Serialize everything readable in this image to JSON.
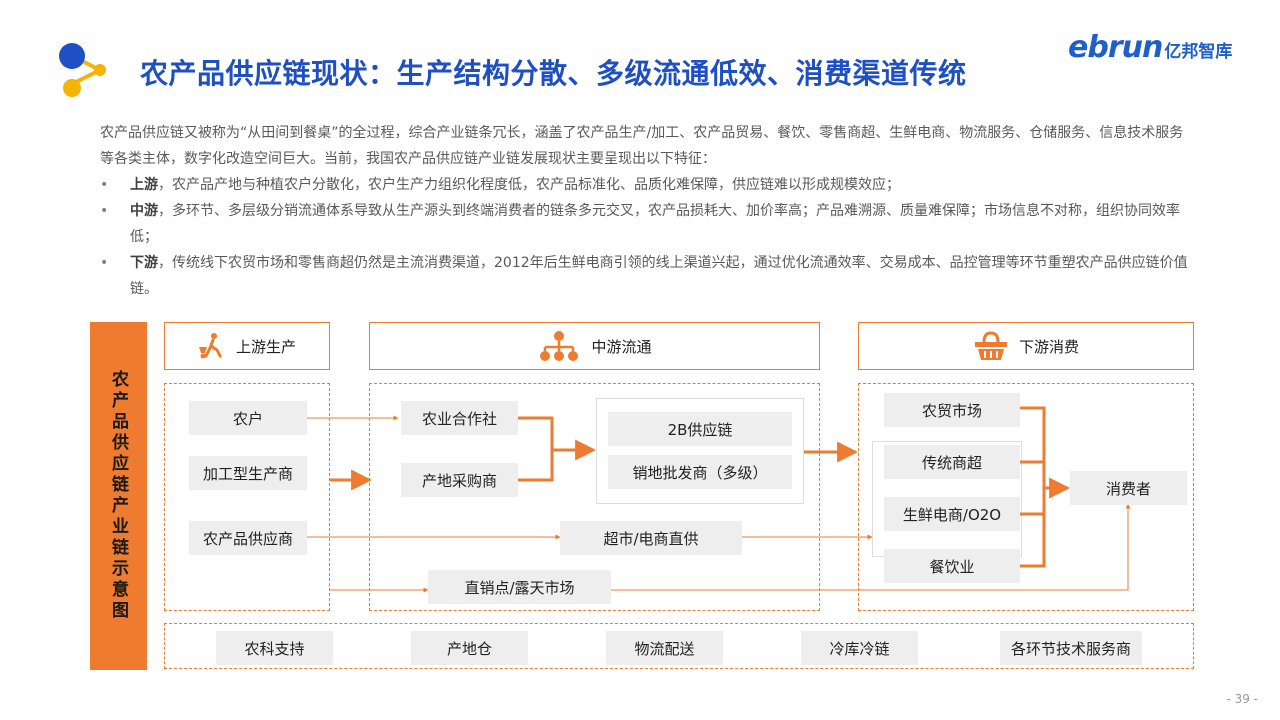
{
  "title": "农产品供应链现状：生产结构分散、多级流通低效、消费渠道传统",
  "brand": {
    "en": "ebrun",
    "cn": "亿邦智库"
  },
  "intro": "农产品供应链又被称为“从田间到餐桌”的全过程，综合产业链条冗长，涵盖了农产品生产/加工、农产品贸易、餐饮、零售商超、生鲜电商、物流服务、仓储服务、信息技术服务等各类主体，数字化改造空间巨大。当前，我国农产品供应链产业链发展现状主要呈现出以下特征：",
  "bullets": [
    {
      "key": "上游",
      "text": "，农产品产地与种植农户分散化，农户生产力组织化程度低，农产品标准化、品质化难保障，供应链难以形成规模效应；"
    },
    {
      "key": "中游",
      "text": "，多环节、多层级分销流通体系导致从生产源头到终端消费者的链条多元交叉，农产品损耗大、加价率高；产品难溯源、质量难保障；市场信息不对称，组织协同效率低；"
    },
    {
      "key": "下游",
      "text": "，传统线下农贸市场和零售商超仍然是主流消费渠道，2012年后生鲜电商引领的线上渠道兴起，通过优化流通效率、交易成本、品控管理等环节重塑农产品供应链价值链。"
    }
  ],
  "diagram": {
    "side_label": "农产品供应链产业链示意图",
    "headers": {
      "upstream": "上游生产",
      "midstream": "中游流通",
      "downstream": "下游消费"
    },
    "upstream": [
      "农户",
      "加工型生产商",
      "农产品供应商"
    ],
    "midstream": {
      "coop": "农业合作社",
      "buyer": "产地采购商",
      "b2b": "2B供应链",
      "wholesale": "销地批发商（多级）",
      "supermarket": "超市/电商直供",
      "direct": "直销点/露天市场"
    },
    "downstream": [
      "农贸市场",
      "传统商超",
      "生鲜电商/O2O",
      "餐饮业"
    ],
    "consumer": "消费者",
    "support": [
      "农科支持",
      "产地仓",
      "物流配送",
      "冷库冷链",
      "各环节技术服务商"
    ]
  },
  "colors": {
    "accent": "#ee7b30",
    "title": "#1e4fc3"
  },
  "icons": [
    "farmer-wheelbarrow-icon",
    "org-chart-icon",
    "shopping-basket-icon",
    "network-logo-icon"
  ],
  "page_number": "- 39 -"
}
